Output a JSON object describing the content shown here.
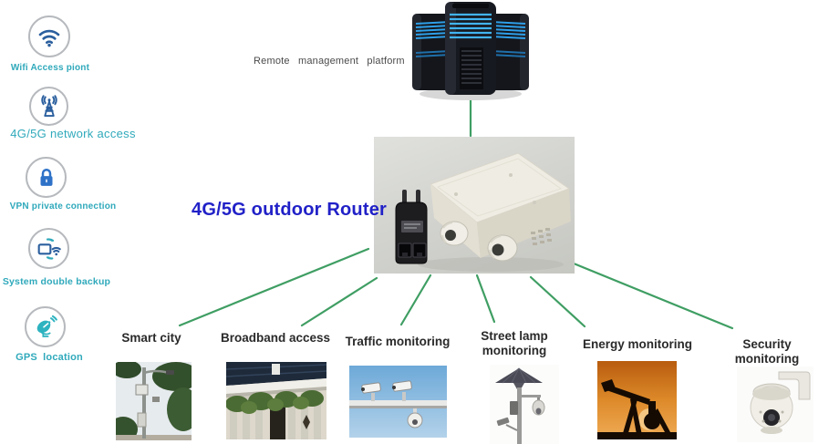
{
  "sidebar": {
    "items": [
      {
        "label": "Wifi Access piont",
        "icon": "wifi-icon"
      },
      {
        "label": "4G/5G network access",
        "icon": "antenna-tower-icon"
      },
      {
        "label": "VPN private connection",
        "icon": "lock-icon"
      },
      {
        "label": "System double backup",
        "icon": "device-sync-icon"
      },
      {
        "label": "GPS location",
        "icon": "satellite-dish-icon"
      }
    ]
  },
  "platform": {
    "label": "Remote  management  platform"
  },
  "router": {
    "title": "4G/5G outdoor Router"
  },
  "applications": [
    {
      "label": "Smart city"
    },
    {
      "label": "Broadband access"
    },
    {
      "label": "Traffic monitoring"
    },
    {
      "label": "Street lamp monitoring"
    },
    {
      "label": "Energy monitoring"
    },
    {
      "label": "Security monitoring"
    }
  ],
  "colors": {
    "teal_label": "#2fa9bb",
    "router_title_blue": "#2121c8",
    "connector_green": "#3f9e63",
    "icon_blue": "#2b5f9e",
    "lock_blue": "#2e72c8",
    "gps_teal": "#2db3c0",
    "app_label_dark": "#2a2a2a",
    "platform_label_gray": "#4a4a4a"
  }
}
